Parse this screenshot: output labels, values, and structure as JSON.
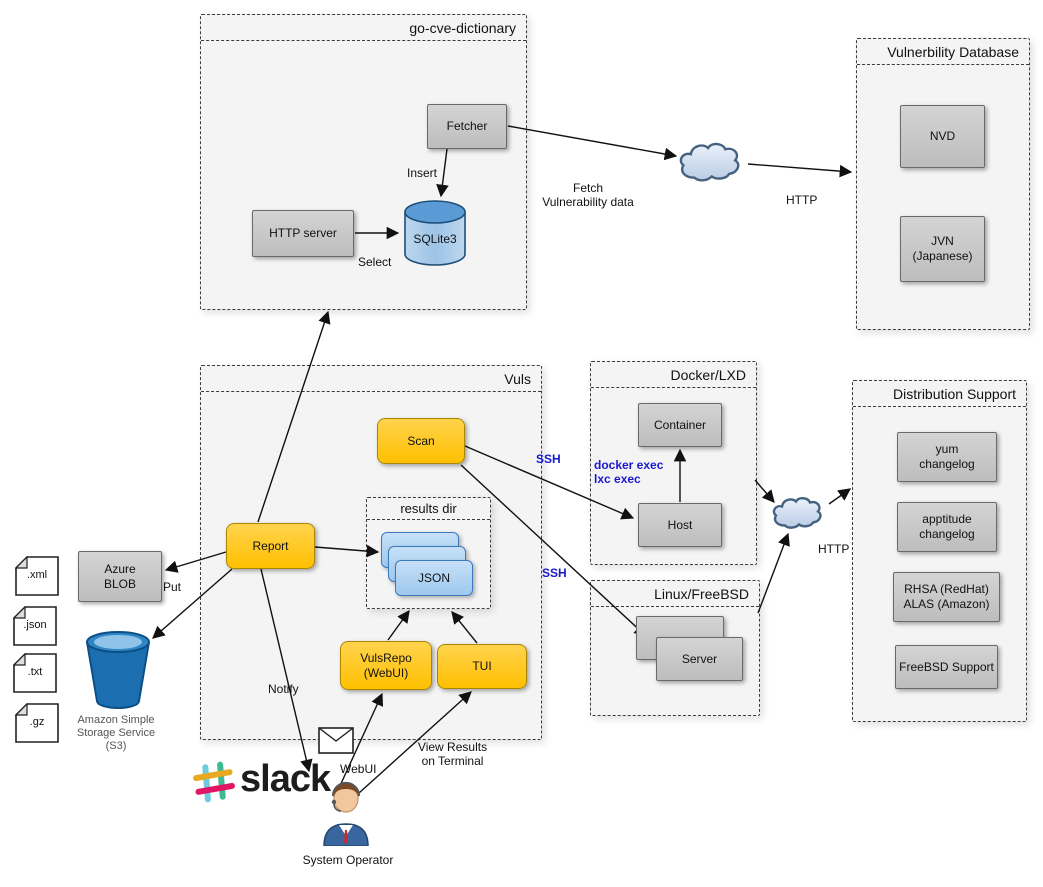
{
  "groups": {
    "go_cve_dictionary": {
      "title": "go-cve-dictionary"
    },
    "vulnerability_database": {
      "title": "Vulnerbility Database"
    },
    "vuls": {
      "title": "Vuls"
    },
    "docker_lxd": {
      "title": "Docker/LXD"
    },
    "linux_freebsd": {
      "title": "Linux/FreeBSD"
    },
    "distribution_support": {
      "title": "Distribution Support"
    },
    "results_dir": {
      "title": "results dir"
    }
  },
  "nodes": {
    "fetcher": "Fetcher",
    "http_server": "HTTP server",
    "sqlite3": "SQLite3",
    "nvd": "NVD",
    "jvn": "JVN\n(Japanese)",
    "scan": "Scan",
    "report": "Report",
    "json": "JSON",
    "vulsrepo": "VulsRepo\n(WebUI)",
    "tui": "TUI",
    "container": "Container",
    "host": "Host",
    "server": "Server",
    "yum_changelog": "yum\nchangelog",
    "apptitude_changelog": "apptitude\nchangelog",
    "rhsa_alas": "RHSA (RedHat)\nALAS (Amazon)",
    "freebsd_support": "FreeBSD Support",
    "azure_blob": "Azure\nBLOB"
  },
  "files": [
    ".xml",
    ".json",
    ".txt",
    ".gz"
  ],
  "captions": {
    "s3": "Amazon Simple\nStorage Service\n(S3)",
    "slack_wordmark": "slack",
    "system_operator": "System Operator"
  },
  "edge_labels": {
    "insert": "Insert",
    "select": "Select",
    "fetch_vuln": "Fetch\nVulnerability data",
    "http_top": "HTTP",
    "http_right": "HTTP",
    "ssh_host": "SSH",
    "ssh_server": "SSH",
    "docker_exec": "docker exec\nlxc exec",
    "put": "Put",
    "notify": "Notify",
    "webui": "WebUI",
    "view_results": "View Results\non Terminal"
  },
  "colors": {
    "yellow_node": "#FFC400",
    "gray_node": "#C8C8C8",
    "blue_node": "#A9D0F5",
    "blue_label": "#1A1ACD",
    "group_fill": "#F4F4F4",
    "s3_bucket": "#1B75BB",
    "slack_teal": "#6ECADC",
    "slack_yellow": "#E9A820",
    "slack_green": "#3EB991",
    "slack_pink": "#E01563"
  },
  "icons": {
    "cloud_top": "cloud-icon",
    "cloud_right": "cloud-icon",
    "sqlite_cylinder": "database-cylinder-icon",
    "s3_bucket": "s3-bucket-icon",
    "slack_hash": "slack-hash-icon",
    "envelope": "envelope-icon",
    "system_operator": "system-operator-icon",
    "file_xml": "file-icon",
    "file_json": "file-icon",
    "file_txt": "file-icon",
    "file_gz": "file-icon"
  }
}
